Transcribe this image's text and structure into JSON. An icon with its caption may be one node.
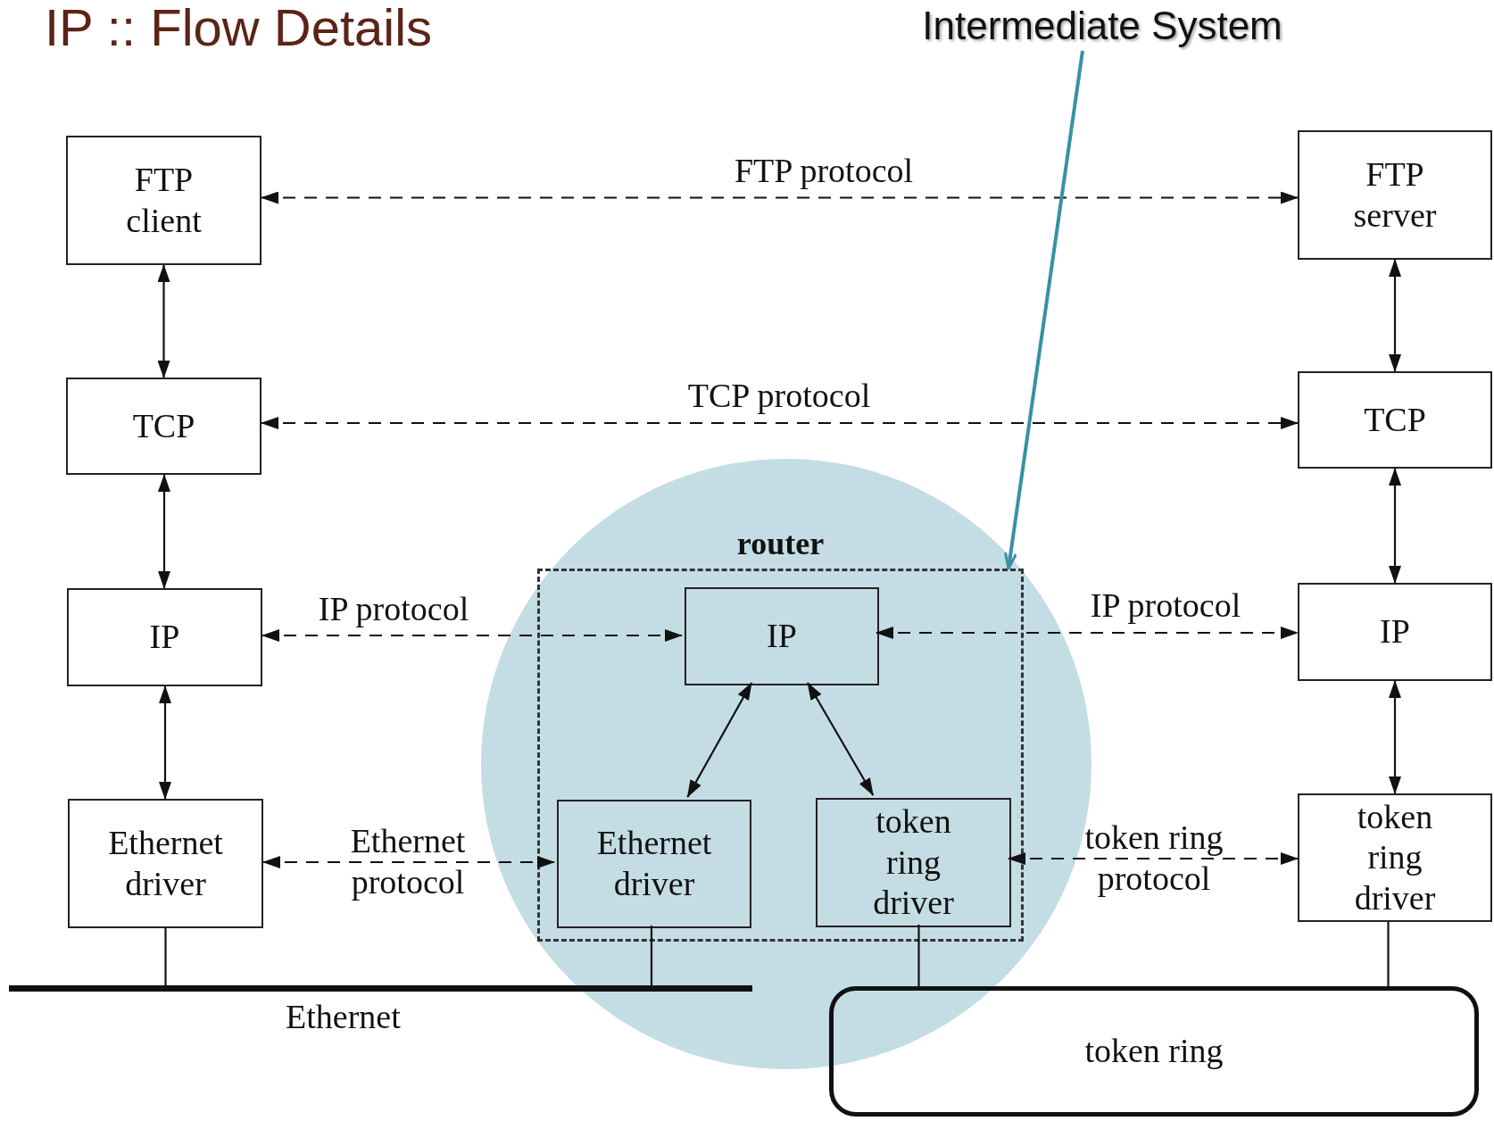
{
  "diagram": {
    "title": "IP :: Flow Details",
    "nodes": [
      {
        "text": [
          "FTP client"
        ]
      },
      {
        "text": [
          "FTP server"
        ]
      },
      {
        "text": [
          "TCP"
        ]
      },
      {
        "text": [
          "TCP"
        ]
      },
      {
        "text": [
          "IP"
        ]
      },
      {
        "text": [
          "router"
        ]
      },
      {
        "text": [
          "IP"
        ],
        "in": 5
      },
      {
        "text": [
          "Ethernet driver"
        ],
        "in": 5
      },
      {
        "text": [
          "token ring driver"
        ],
        "in": 5
      },
      {
        "text": [
          "IP"
        ]
      },
      {
        "text": [
          "Ethernet driver"
        ]
      },
      {
        "text": [
          "token ring driver"
        ]
      },
      {
        "text": [
          "Ethernet"
        ]
      },
      {
        "text": [
          "token ring"
        ]
      },
      {
        "text": [
          "Intermediate System"
        ]
      }
    ],
    "edges": [
      {
        "from": 0,
        "to": 1,
        "arrow": "both",
        "style": "dashed",
        "label": "FTP protocol"
      },
      {
        "from": 0,
        "to": 2,
        "arrow": "both"
      },
      {
        "from": 1,
        "to": 3,
        "arrow": "both"
      },
      {
        "from": 2,
        "to": 3,
        "arrow": "both",
        "style": "dashed",
        "label": "TCP protocol"
      },
      {
        "from": 2,
        "to": 4,
        "arrow": "both"
      },
      {
        "from": 3,
        "to": 9,
        "arrow": "both"
      },
      {
        "from": 4,
        "to": 6,
        "arrow": "both",
        "style": "dashed",
        "label": "IP protocol"
      },
      {
        "from": 6,
        "to": 9,
        "arrow": "both",
        "style": "dashed",
        "label": "IP protocol"
      },
      {
        "from": 6,
        "to": 7,
        "arrow": "both"
      },
      {
        "from": 6,
        "to": 8,
        "arrow": "both"
      },
      {
        "from": 4,
        "to": 10,
        "arrow": "both"
      },
      {
        "from": 9,
        "to": 11,
        "arrow": "both"
      },
      {
        "from": 10,
        "to": 7,
        "arrow": "both",
        "style": "dashed",
        "label": "Ethernet protocol"
      },
      {
        "from": 8,
        "to": 11,
        "arrow": "both",
        "style": "dashed",
        "label": "token ring protocol"
      },
      {
        "from": 10,
        "to": 12,
        "arrow": "none"
      },
      {
        "from": 7,
        "to": 12,
        "arrow": "none"
      },
      {
        "from": 8,
        "to": 13,
        "arrow": "none"
      },
      {
        "from": 11,
        "to": 13,
        "arrow": "none"
      },
      {
        "from": 14,
        "to": 5,
        "arrow": "to",
        "color": "#3a8fa8"
      }
    ]
  }
}
